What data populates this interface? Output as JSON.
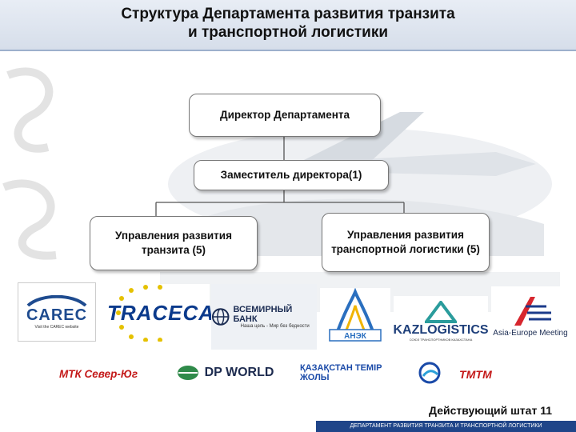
{
  "title": {
    "line1": "Структура Департамента развития транзита",
    "line2": "и транспортной логистики"
  },
  "org": {
    "director": "Директор Департамента",
    "deputy": "Заместитель директора(1)",
    "transit_dept": "Управления развития транзита (5)",
    "logistics_dept": "Управления развития транспортной логистики (5)"
  },
  "partners": {
    "carec": "CAREC",
    "carec_sub": "Visit the CAREC website",
    "traceca": "TRACECA",
    "worldbank": "ВСЕМИРНЫЙ БАНК",
    "worldbank_sub": "Наша цель - Мир без бедности",
    "anek": "АНЭК",
    "kazlogistics": "KAZLOGISTICS",
    "kazlogistics_sub": "СОЮЗ ТРАНСПОРТНИКОВ КАЗАХСТАНА",
    "asem": "Asia-Europe Meeting",
    "mtk": "МТК Север-Юг",
    "dpworld": "DP WORLD",
    "ktz": "ҚАЗАҚСТАН ТЕМІР ЖОЛЫ",
    "tmtm": "ТМТМ"
  },
  "staff": "Действующий штат  11",
  "footer": "ДЕПАРТАМЕНТ РАЗВИТИЯ ТРАНЗИТА И ТРАНСПОРТНОЙ ЛОГИСТИКИ",
  "colors": {
    "title_band": "#d6deea",
    "accent_red": "#c41a1a",
    "footer_bg": "#1f4589",
    "carec_blue": "#1e4b8f"
  }
}
